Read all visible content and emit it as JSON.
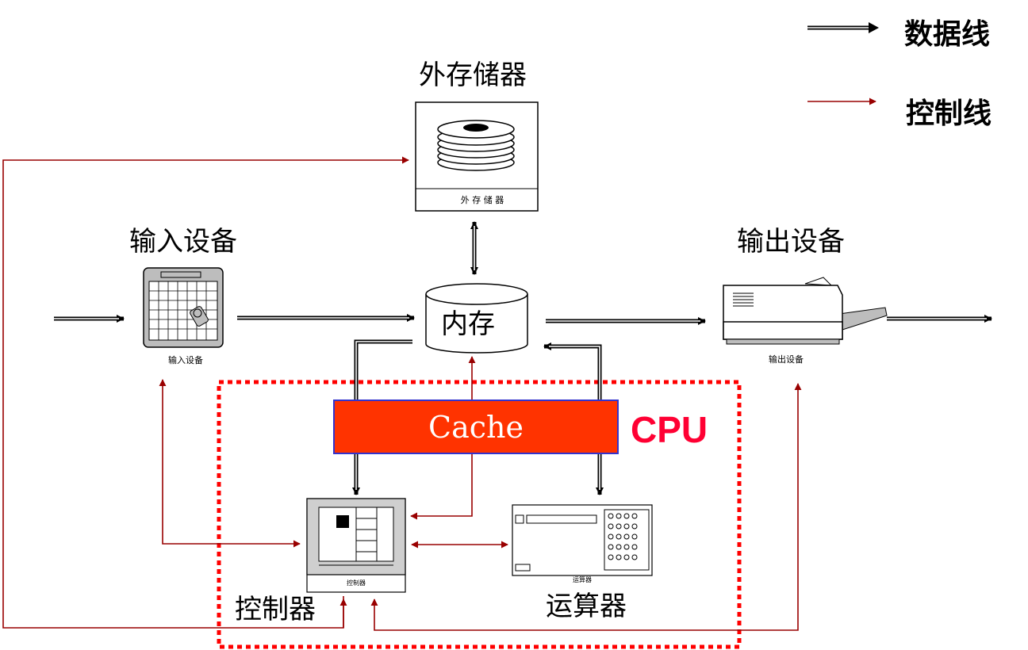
{
  "legend": {
    "data_line": "数据线",
    "control_line": "控制线"
  },
  "components": {
    "external_storage": {
      "label": "外存储器",
      "caption": "外 存 储 器"
    },
    "input_device": {
      "label": "输入设备",
      "caption": "输入设备"
    },
    "output_device": {
      "label": "输出设备",
      "caption": "输出设备"
    },
    "memory": {
      "label": "内存"
    },
    "cache": {
      "label": "Cache"
    },
    "cpu": {
      "label": "CPU"
    },
    "controller": {
      "label": "控制器",
      "caption": "控制器"
    },
    "alu": {
      "label": "运算器",
      "caption": "运算器"
    }
  },
  "colors": {
    "control_line": "#990000",
    "cache_fill": "#ff3300",
    "cache_border": "#3333cc",
    "cpu_border": "#ff0000",
    "cpu_text": "#ff0033"
  }
}
